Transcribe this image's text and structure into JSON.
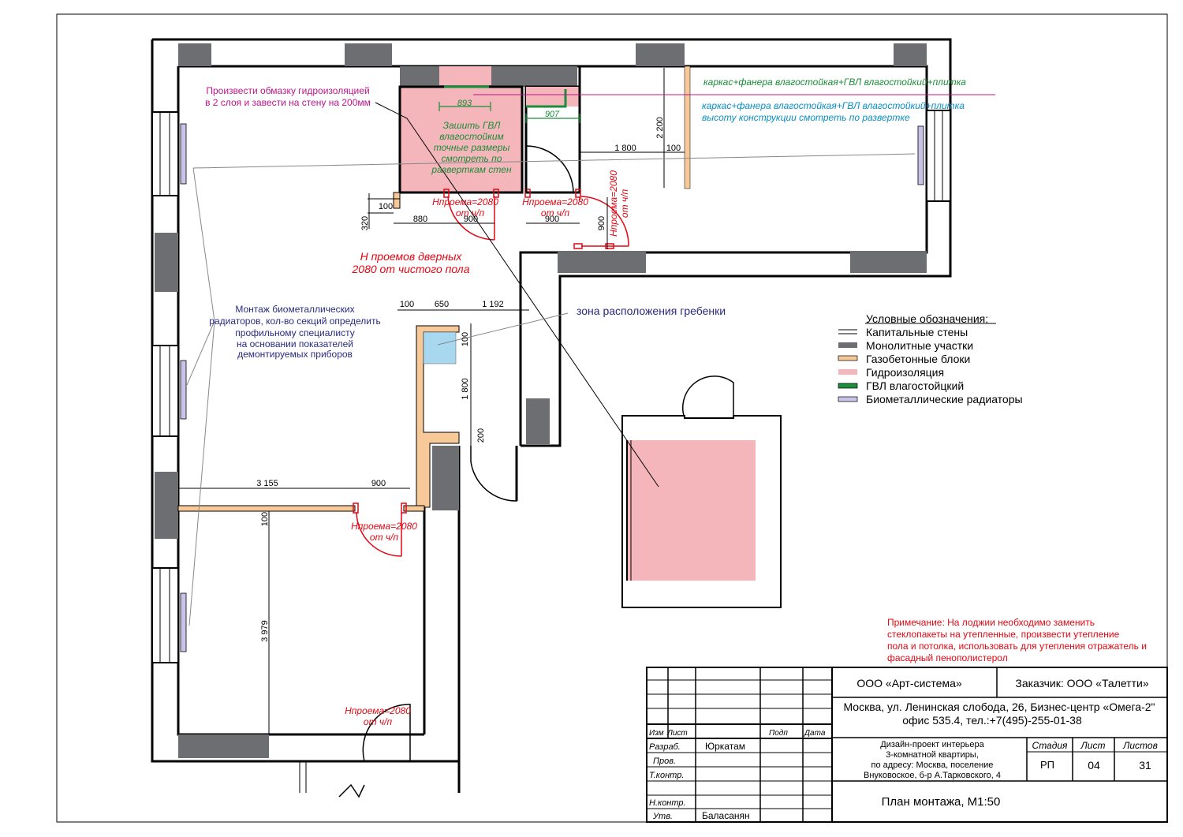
{
  "notes": {
    "waterproofing": [
      "Произвести обмазку гидроизоляцией",
      "в 2 слоя и завести на стену на 200мм"
    ],
    "gvl_sew": [
      "Зашить ГВЛ",
      "влагостойким",
      "точные размеры",
      "смотреть по",
      "разверткам стен"
    ],
    "frame_green": "каркас+фанера влагостойкая+ГВЛ влагостойкий+плитка",
    "frame_blue": [
      "каркас+фанера влагостойкая+ГВЛ влагостойкий+плитка",
      "высоту конструкции смотреть по развертке"
    ],
    "door_heights": [
      "Н проемов дверных",
      "2080 от чистого пола"
    ],
    "manifold_zone": "зона расположения гребенки",
    "radiators": [
      "Монтаж биометаллических",
      "радиаторов, кол-во секций определить",
      "профильному специалисту",
      "на основании показателей",
      "демонтируемых приборов"
    ],
    "loggia_remark": [
      "Примечание: На лоджии необходимо заменить",
      "стеклопакеты на утепленные, произвести утепление",
      "пола и потолка, использовать для утепления отражатель и",
      "фасадный пенополистерол"
    ]
  },
  "door_labels": [
    {
      "line1": "Нпроема=2080",
      "line2": "от ч/п"
    },
    {
      "line1": "Нпроема=2080",
      "line2": "от ч/п"
    },
    {
      "line1": "Нпроема=2080",
      "line2": "от ч/п"
    },
    {
      "line1": "Нпроема=2080",
      "line2": "от ч/п"
    },
    {
      "line1": "Нпроема=2080",
      "line2": "от ч/п"
    }
  ],
  "dimensions": {
    "d893": "893",
    "d907": "907",
    "d1800a": "1 800",
    "d100a": "100",
    "d2200": "2 200",
    "d100b": "100",
    "d320": "320",
    "d880": "880",
    "d900a": "900",
    "d900b": "900",
    "d900c": "900",
    "d100c": "100",
    "d650": "650",
    "d1192": "1 192",
    "d100d": "100",
    "d1800b": "1 800",
    "d200": "200",
    "d3155": "3 155",
    "d900d": "900",
    "d100e": "100",
    "d3979": "3 979"
  },
  "legend": {
    "title": "Условные обозначения:",
    "items": [
      {
        "label": "Капитальные стены",
        "symbol": "double-line",
        "color": "#000000"
      },
      {
        "label": "Монолитные участки",
        "symbol": "fill",
        "color": "#6d6e71"
      },
      {
        "label": "Газобетонные блоки",
        "symbol": "outline-fill",
        "color": "#f7c998"
      },
      {
        "label": "Гидроизоляция",
        "symbol": "fill",
        "color": "#f4b6bb"
      },
      {
        "label": "ГВЛ влагостойцкий",
        "symbol": "outline-fill",
        "color": "#1c8d3a"
      },
      {
        "label": "Биометаллические радиаторы",
        "symbol": "outline-fill",
        "color": "#c9c3ea"
      }
    ]
  },
  "title_block": {
    "company": "ООО «Арт-система»",
    "customer": "Заказчик: ООО «Талетти»",
    "address": [
      "Москва, ул. Ленинская слобода, 26, Бизнес-центр «Омега-2\"",
      "офис 535.4, тел.:+7(495)-255-01-38"
    ],
    "project": [
      "Дизайн-проект интерьера",
      "3-комнатной квартиры,",
      "по адресу: Москва, поселение",
      "Внуковоское, б-р А.Тарковского, 4"
    ],
    "col_izm": "Изм",
    "col_list": "Лист",
    "col_podp": "Подп",
    "col_data": "Дата",
    "row_razrab": "Разраб.",
    "row_prov": "Пров.",
    "row_tkontr": "Т.контр.",
    "row_nkontr": "Н.контр.",
    "row_utv": "Утв.",
    "razrab_name": "Юркатам",
    "utv_name": "Баласанян",
    "stage_h": "Стадия",
    "sheet_h": "Лист",
    "sheets_h": "Листов",
    "stage": "РП",
    "sheet": "04",
    "sheets": "31",
    "drawing_title": "План монтажа, М1:50"
  },
  "colors": {
    "wall": "#000000",
    "monolith": "#6d6e71",
    "gasblock": "#f7c998",
    "waterproof": "#f4b6bb",
    "gvl": "#1c8d3a",
    "radiator": "#c9c3ea",
    "red": "#e30613",
    "magenta": "#c0148c",
    "blue": "#0a8fc4",
    "navy": "#2a2a82",
    "manifold": "#a8d8f0"
  }
}
